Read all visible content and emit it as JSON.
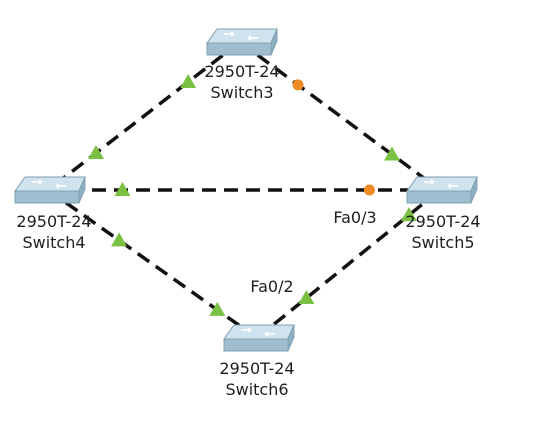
{
  "topology": {
    "switches": [
      {
        "id": "switch3",
        "model": "2950T-24",
        "name": "Switch3"
      },
      {
        "id": "switch4",
        "model": "2950T-24",
        "name": "Switch4"
      },
      {
        "id": "switch5",
        "model": "2950T-24",
        "name": "Switch5"
      },
      {
        "id": "switch6",
        "model": "2950T-24",
        "name": "Switch6"
      }
    ],
    "links": [
      {
        "id": "link-s3-s4",
        "from": "switch3",
        "to": "switch4",
        "from_state": "up",
        "to_state": "up"
      },
      {
        "id": "link-s3-s5",
        "from": "switch3",
        "to": "switch5",
        "from_state": "blocking",
        "to_state": "up"
      },
      {
        "id": "link-s4-s5",
        "from": "switch4",
        "to": "switch5",
        "from_state": "up",
        "to_state": "blocking"
      },
      {
        "id": "link-s4-s6",
        "from": "switch4",
        "to": "switch6",
        "from_state": "up",
        "to_state": "up"
      },
      {
        "id": "link-s6-s5",
        "from": "switch6",
        "to": "switch5",
        "from_state": "up",
        "to_state": "up"
      }
    ],
    "port_labels": [
      {
        "id": "fa03",
        "text": "Fa0/3"
      },
      {
        "id": "fa02",
        "text": "Fa0/2"
      }
    ],
    "colors": {
      "link": "#111111",
      "up_indicator": "#7ac143",
      "blocking_indicator": "#f08a24",
      "switch_top": "#cfe3ee",
      "switch_front": "#9fbfd1"
    },
    "indicator_icons": {
      "up": "triangle-up-icon",
      "blocking": "circle-icon"
    }
  }
}
